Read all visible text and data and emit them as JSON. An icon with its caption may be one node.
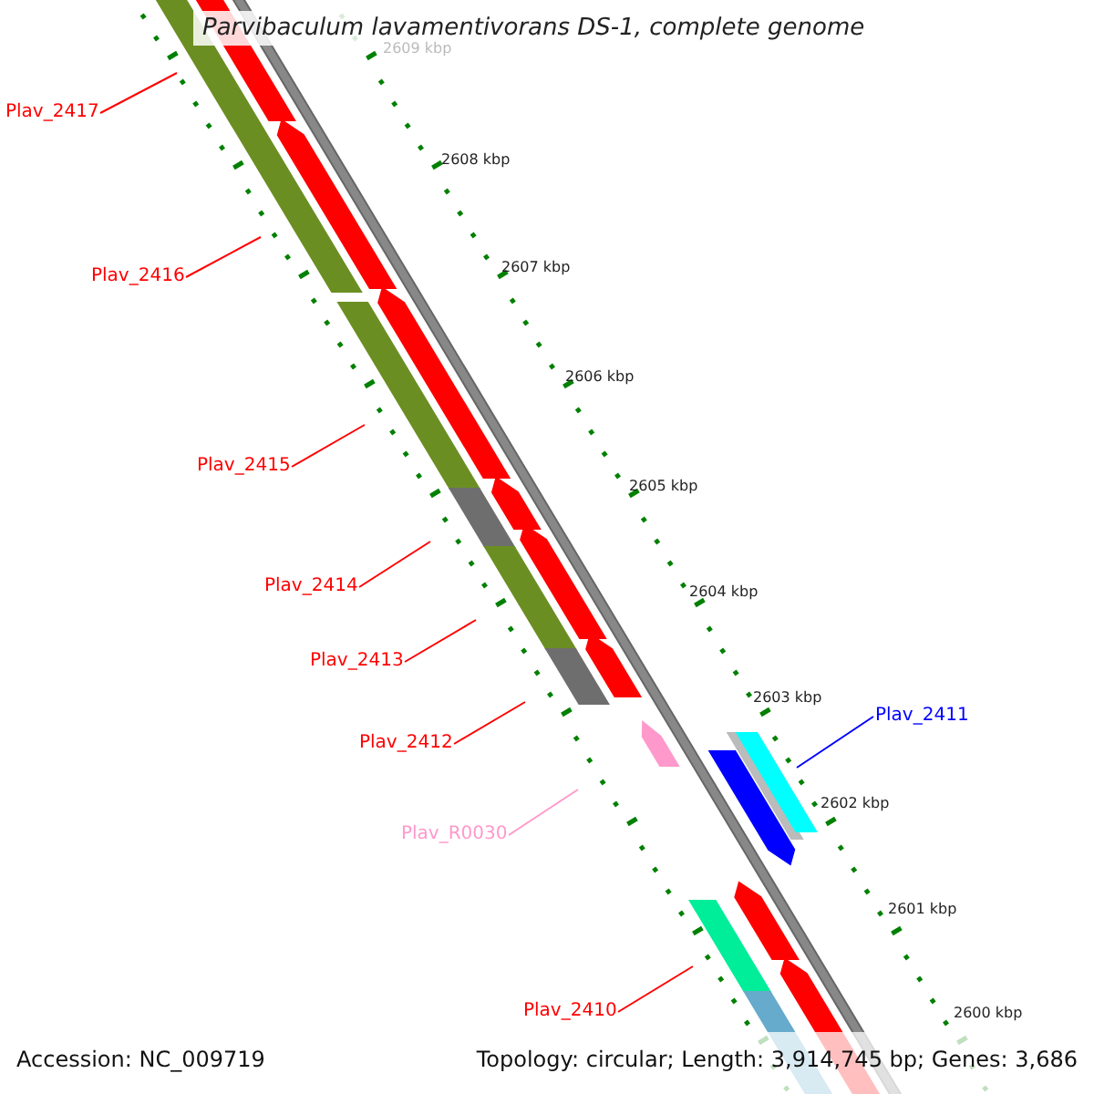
{
  "diagram": {
    "title": "Parvibaculum lavamentivorans DS-1, complete genome",
    "nodes": [
      {
        "text": [
          "Plav_2417"
        ]
      },
      {
        "text": [
          "Plav_2416"
        ]
      },
      {
        "text": [
          "Plav_2415"
        ]
      },
      {
        "text": [
          "Plav_2414"
        ]
      },
      {
        "text": [
          "Plav_2413"
        ]
      },
      {
        "text": [
          "Plav_2412"
        ]
      },
      {
        "text": [
          "Plav_R0030"
        ]
      },
      {
        "text": [
          "Plav_2411"
        ]
      },
      {
        "text": [
          "Plav_2410"
        ]
      }
    ],
    "edges": [
      {
        "from": 0,
        "to": null,
        "arrow": "none"
      },
      {
        "from": 1,
        "to": null,
        "arrow": "none"
      },
      {
        "from": 2,
        "to": null,
        "arrow": "none"
      },
      {
        "from": 3,
        "to": null,
        "arrow": "none"
      },
      {
        "from": 4,
        "to": null,
        "arrow": "none"
      },
      {
        "from": 5,
        "to": null,
        "arrow": "none"
      },
      {
        "from": 6,
        "to": null,
        "arrow": "none",
        "color": "#ff99cc"
      },
      {
        "from": 7,
        "to": null,
        "arrow": "none",
        "color": "#0000ff"
      },
      {
        "from": 8,
        "to": null,
        "arrow": "none"
      }
    ],
    "labels": [
      "2609 kbp",
      "2608 kbp",
      "2607 kbp",
      "2606 kbp",
      "2605 kbp",
      "2604 kbp",
      "2603 kbp",
      "2602 kbp",
      "2601 kbp",
      "2600 kbp",
      "Accession: NC_009719",
      "Topology: circular; Length: 3,914,745 bp; Genes: 3,686"
    ]
  }
}
